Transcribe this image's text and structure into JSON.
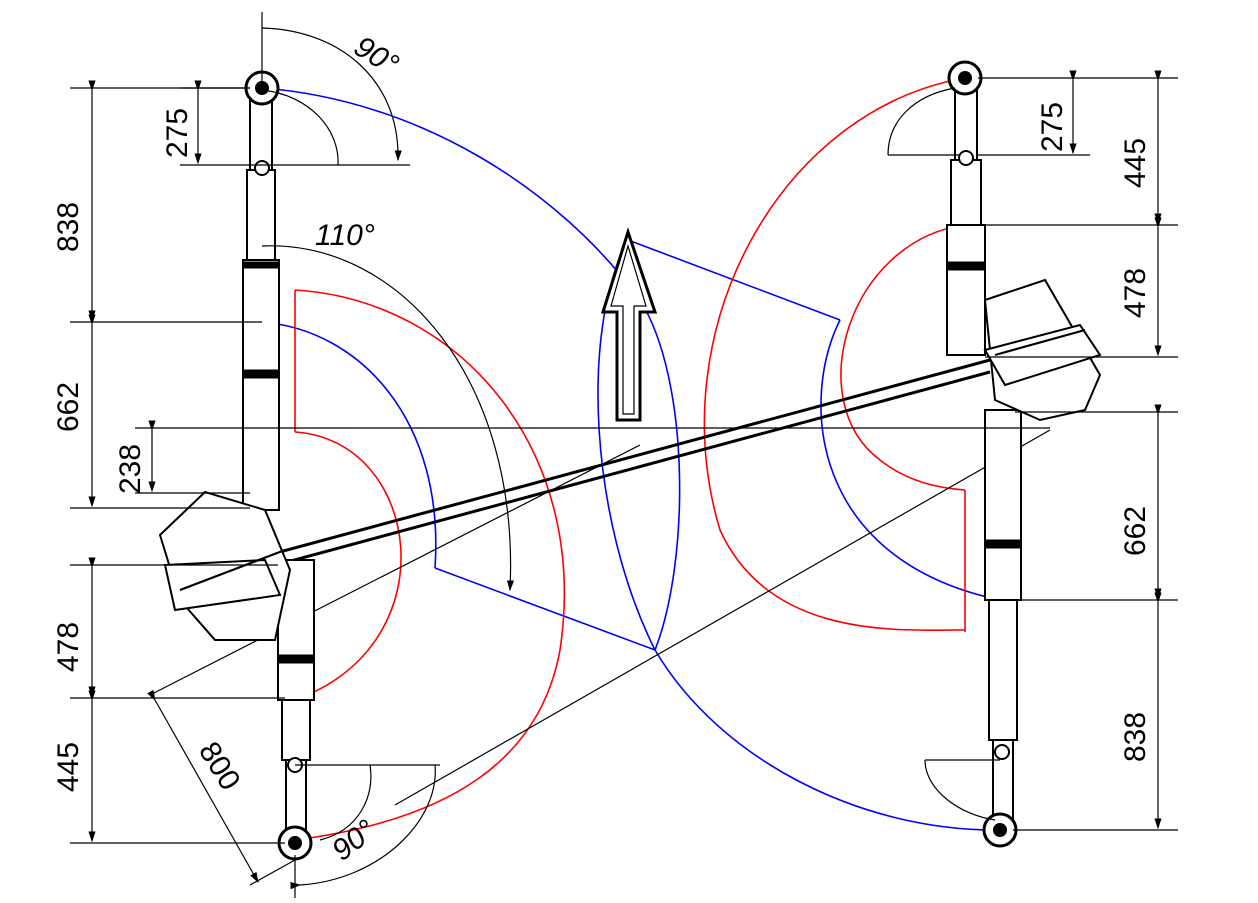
{
  "dimensions": {
    "left_275": "275",
    "left_838": "838",
    "left_662": "662",
    "left_238": "238",
    "left_478": "478",
    "left_445": "445",
    "diag_800": "800",
    "right_275": "275",
    "right_445": "445",
    "right_478": "478",
    "right_662": "662",
    "right_838": "838"
  },
  "angles": {
    "top_left": "90°",
    "middle": "110°",
    "bottom_left": "90°"
  },
  "colors": {
    "blue_swing": "#0000ff",
    "red_swing": "#ff0000",
    "line": "#000000"
  },
  "icons": {
    "direction_arrow": "up-arrow-icon"
  }
}
